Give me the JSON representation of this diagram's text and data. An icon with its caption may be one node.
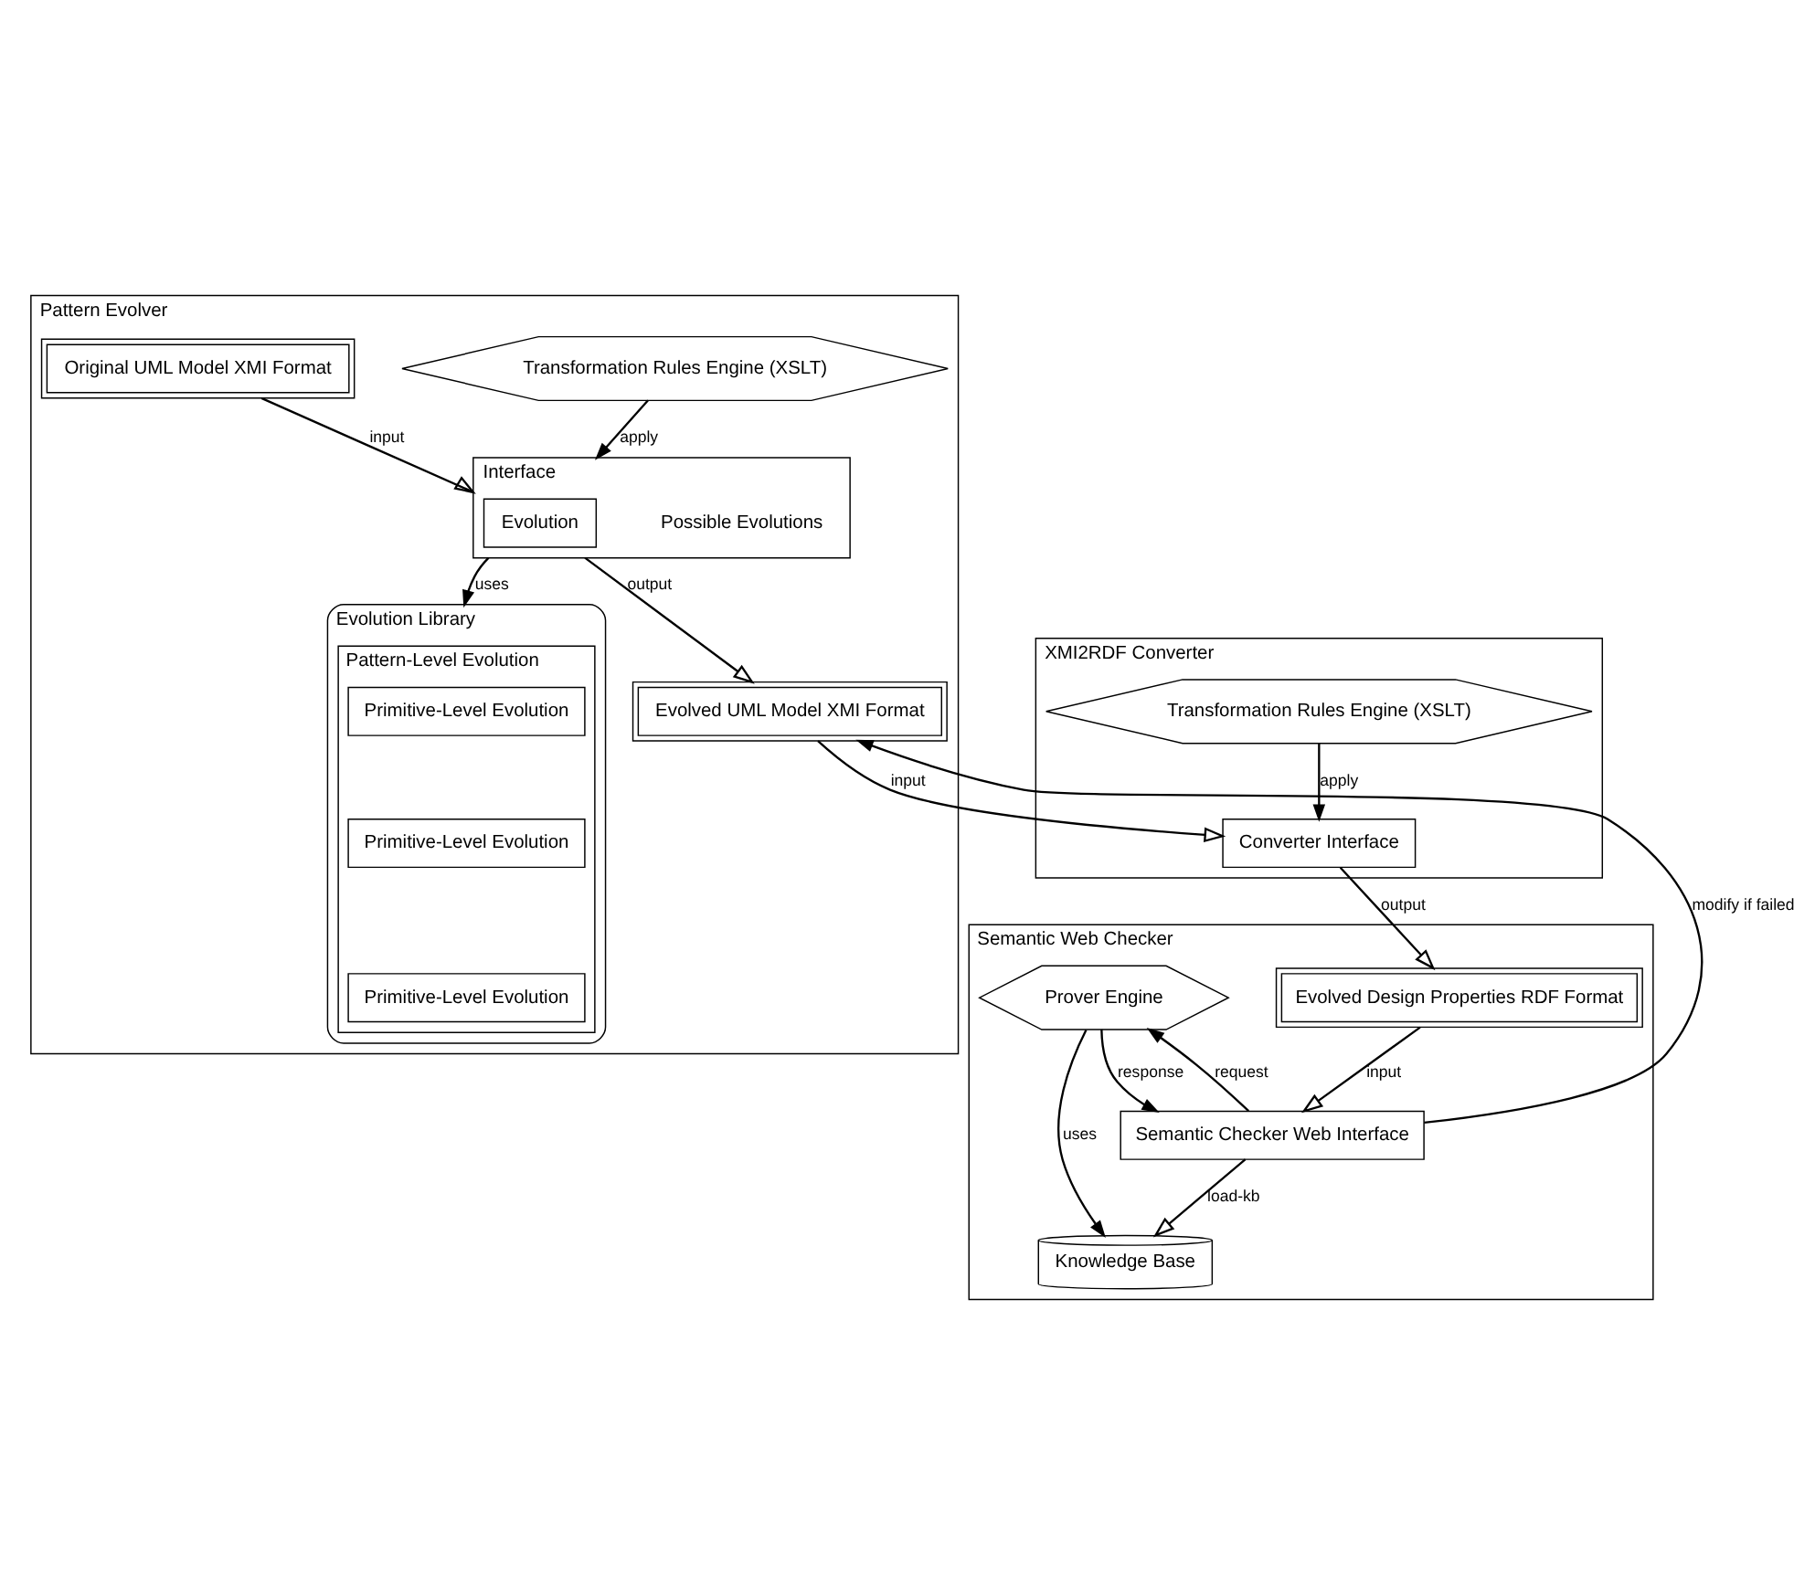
{
  "diagram": {
    "nodes": [
      {
        "text": [
          "Pattern Evolver"
        ]
      },
      {
        "text": [
          "Transformation Rules Engine (XSLT)"
        ],
        "in": 0
      },
      {
        "text": [
          "Evolution Library"
        ],
        "in": 0
      },
      {
        "text": [
          "Pattern-Level Evolution"
        ],
        "in": 2
      },
      {
        "text": [
          "Primitive-Level Evolution"
        ],
        "in": 3
      },
      {
        "text": [
          "Primitive-Level Evolution"
        ],
        "in": 3
      },
      {
        "text": [
          "Primitive-Level Evolution"
        ],
        "in": 3
      },
      {
        "text": [
          "Interface"
        ],
        "in": 0
      },
      {
        "text": [
          "Evolution"
        ],
        "in": 7,
        "beside": [
          "Possible Evolutions"
        ]
      },
      {
        "text": [
          "Original UML Model XMI Format"
        ],
        "in": 0
      },
      {
        "text": [
          "Evolved UML Model XMI Format"
        ],
        "in": 0
      },
      {
        "text": [
          "XMI2RDF Converter"
        ]
      },
      {
        "text": [
          "Transformation Rules Engine (XSLT)"
        ],
        "in": 11
      },
      {
        "text": [
          "Converter Interface"
        ],
        "in": 11
      },
      {
        "text": [
          "Semantic Web Checker"
        ]
      },
      {
        "text": [
          "Evolved Design Properties RDF Format"
        ],
        "in": 14
      },
      {
        "text": [
          "Prover Engine"
        ],
        "in": 14
      },
      {
        "text": [
          "Knowledge Base"
        ],
        "in": 14
      },
      {
        "text": [
          "Semantic Checker Web Interface"
        ],
        "in": 14
      }
    ],
    "edges": [
      {
        "from": 1,
        "to": 7,
        "arrow": "to",
        "label": "apply"
      },
      {
        "from": 9,
        "to": 7,
        "arrow": "to",
        "label": "input"
      },
      {
        "from": 7,
        "to": 2,
        "arrow": "to",
        "label": "uses"
      },
      {
        "from": 7,
        "to": 10,
        "arrow": "to",
        "label": "output"
      },
      {
        "from": 10,
        "to": 13,
        "arrow": "to",
        "label": "input"
      },
      {
        "from": 12,
        "to": 13,
        "arrow": "to",
        "label": "apply"
      },
      {
        "from": 13,
        "to": 15,
        "arrow": "to",
        "label": "output"
      },
      {
        "from": 15,
        "to": 18,
        "arrow": "to",
        "label": "input"
      },
      {
        "from": 18,
        "to": 16,
        "arrow": "to",
        "label": "request"
      },
      {
        "from": 16,
        "to": 18,
        "arrow": "to",
        "label": "response"
      },
      {
        "from": 16,
        "to": 17,
        "arrow": "to",
        "label": "uses"
      },
      {
        "from": 18,
        "to": 17,
        "arrow": "to",
        "label": "load-kb"
      },
      {
        "from": 18,
        "to": 10,
        "arrow": "to",
        "label": "modify if failed"
      }
    ]
  }
}
